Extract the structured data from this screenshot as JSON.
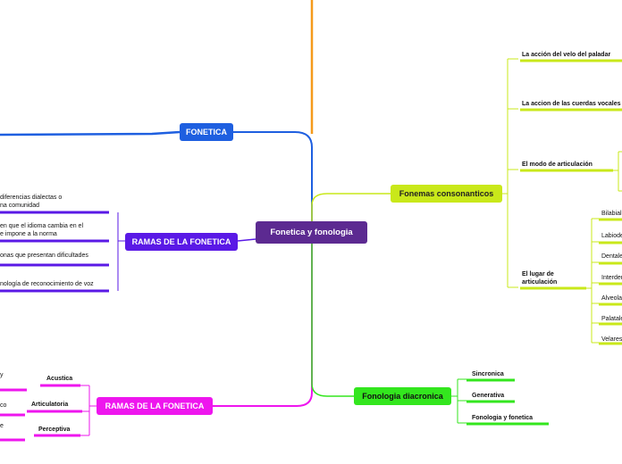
{
  "central": {
    "label": "Fonetica y fonologia",
    "color": "#5c2a91"
  },
  "fonetica": {
    "label": "FONETICA",
    "color": "#1e5fe0"
  },
  "ramas_top": {
    "label": "RAMAS DE LA FONETICA",
    "color": "#5a19e6",
    "items": [
      {
        "line1": "diferencias dialectas  o",
        "line2": "na comunidad"
      },
      {
        "line1": "en que el idioma cambia en el",
        "line2": "e impone a la norma"
      },
      {
        "line1": "onas que presentan dificultades",
        "line2": ""
      },
      {
        "line1": "nología de reconocimiento de voz",
        "line2": ""
      }
    ]
  },
  "ramas_bottom": {
    "label": "RAMAS  DE LA FONETICA",
    "color": "#ee16ee",
    "children": [
      {
        "label": "Acustica",
        "text": "y"
      },
      {
        "label": "Articulatoria",
        "text": "co"
      },
      {
        "label": "Perceptiva",
        "text": "e"
      }
    ]
  },
  "consonanticos": {
    "label": "Fonemas consonanticos",
    "color": "#c9e81a",
    "children": [
      {
        "label": "La acción del velo del paladar"
      },
      {
        "label": "La accion de las cuerdas vocales"
      },
      {
        "label": "El modo de articulación"
      },
      {
        "label_line1": "El lugar de",
        "label_line2": "articulación"
      }
    ],
    "lugar_items": [
      "Bilabiales",
      "Labiodentales",
      "Dentales",
      "Interdentales",
      "Alveolares",
      "Palatales",
      "Velares"
    ]
  },
  "diacronica": {
    "label": "Fonologia diacronica",
    "color": "#33e61e",
    "children": [
      {
        "label": "Sincronica"
      },
      {
        "label": "Generativa"
      },
      {
        "label": "Fonologia y fonetica"
      }
    ]
  },
  "top_branch_color": "#f59a1b"
}
